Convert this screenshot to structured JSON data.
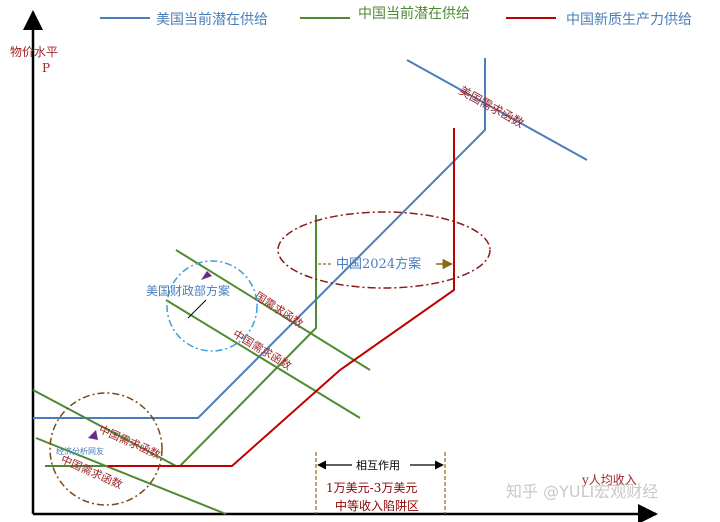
{
  "legend": {
    "us_supply": "美国当前潜在供给",
    "cn_supply": "中国当前潜在供给",
    "cn_new_supply": "中国新质生产力供给"
  },
  "axes": {
    "y_label": "物价水平",
    "y_symbol": "P",
    "x_label": "y人均收入"
  },
  "curve_labels": {
    "us_demand": "美国需求函数",
    "cn_demand_upper": "国需求函数",
    "cn_demand_mid": "中国需求函数",
    "cn_demand_low1": "中国需求函数",
    "cn_demand_low2": "中国需求函数"
  },
  "annotations": {
    "us_treasury_plan": "美国财政部方案",
    "cn_2024_plan": "中国2024方案",
    "econ_net": "经济分析网友",
    "interaction": "相互作用",
    "income_range": "1万美元-3万美元",
    "middle_trap": "中等收入陷阱区"
  },
  "watermark": "知乎 @YULI宏观财经",
  "colors": {
    "us": "#4a7ebb",
    "cn": "#4e8a32",
    "cn_new": "#c00000",
    "demand_label": "#a0262a",
    "ellipse_red": "#8b1a1a",
    "ellipse_blue": "#3aa0d8",
    "ellipse_brown": "#7a4a1a",
    "arrow_brown": "#8a6a10",
    "marker_purple": "#6a2a8a",
    "axis": "#000000"
  }
}
